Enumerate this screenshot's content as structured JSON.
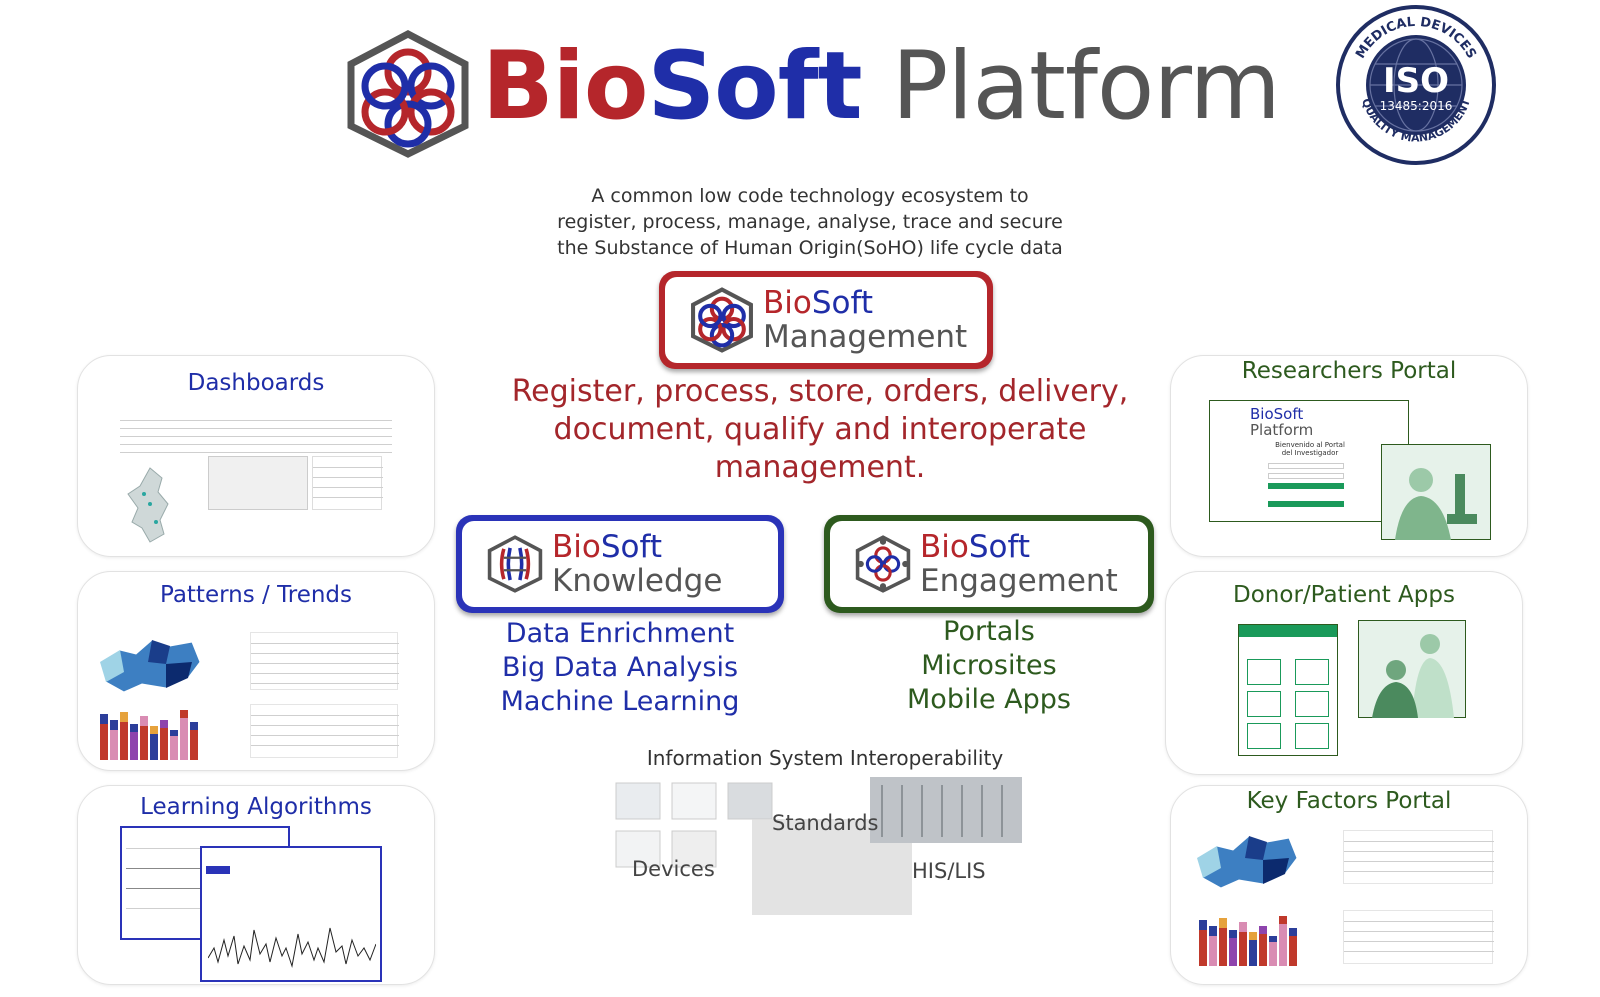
{
  "header": {
    "title_bio": "Bio",
    "title_soft": "Soft",
    "title_platform": "Platform"
  },
  "iso": {
    "top_text": "MEDICAL DEVICES",
    "main": "ISO",
    "standard": "13485:2016",
    "bottom_text": "QUALITY MANAGEMENT"
  },
  "tagline": [
    "A common low code technology ecosystem to",
    "register, process, manage, analyse, trace and secure",
    "the Substance of Human Origin(SoHO) life cycle data"
  ],
  "modules": {
    "management": {
      "bio": "Bio",
      "soft": "Soft",
      "name": "Management"
    },
    "knowledge": {
      "bio": "Bio",
      "soft": "Soft",
      "name": "Knowledge"
    },
    "engagement": {
      "bio": "Bio",
      "soft": "Soft",
      "name": "Engagement"
    }
  },
  "management_desc": [
    "Register, process, store, orders, delivery,",
    "document, qualify and interoperate",
    "management."
  ],
  "knowledge_features": [
    "Data Enrichment",
    "Big Data Analysis",
    "Machine Learning"
  ],
  "engagement_features": [
    "Portals",
    "Microsites",
    "Mobile Apps"
  ],
  "cards": {
    "dashboards": "Dashboards",
    "patterns": "Patterns / Trends",
    "learning": "Learning Algorithms",
    "researchers": "Researchers Portal",
    "donor": "Donor/Patient Apps",
    "key_factors": "Key Factors Portal"
  },
  "researchers_mock": {
    "logo": "BioSoft",
    "logo2": "Platform",
    "welcome": "Bienvenido al Portal del Investigador"
  },
  "interop": {
    "title": "Information System Interoperability",
    "standards": "Standards",
    "devices": "Devices",
    "his_lis": "HIS/LIS"
  },
  "colors": {
    "red": "#b5262b",
    "blue": "#1f2ea8",
    "green": "#2d5a1e",
    "gray": "#555555",
    "iso_navy": "#1f2d63"
  }
}
